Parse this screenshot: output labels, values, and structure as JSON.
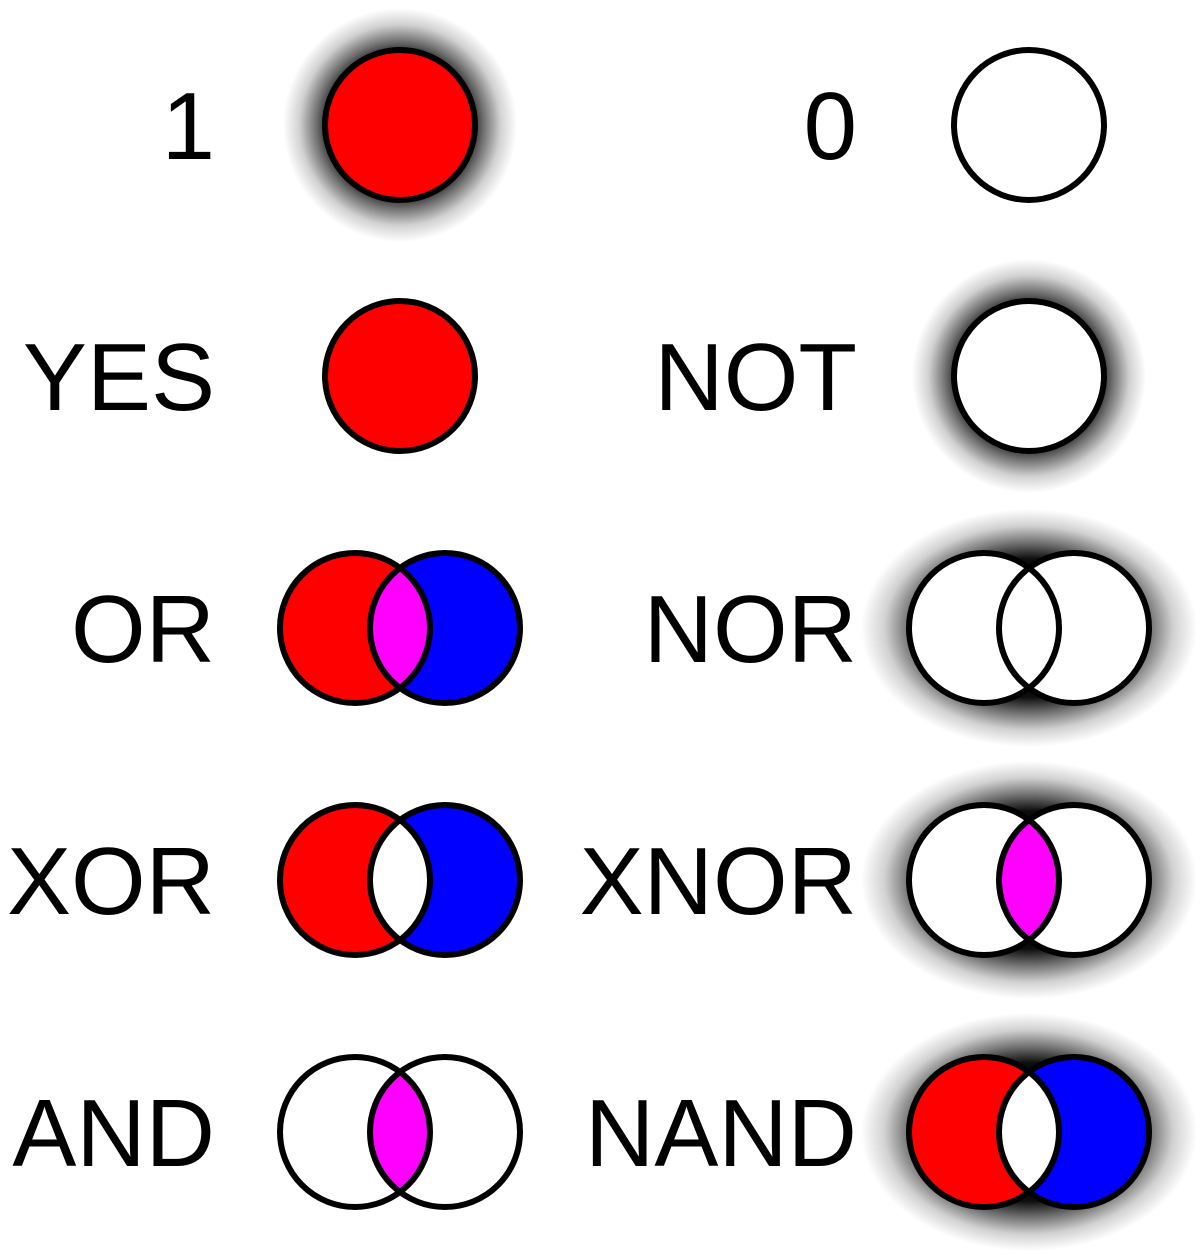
{
  "colors": {
    "red": "#ff0000",
    "blue": "#0000ff",
    "magenta": "#ff00ff",
    "white": "#ffffff",
    "outline": "#000000",
    "text": "#000000",
    "glow": "#000000"
  },
  "rows": [
    {
      "left": {
        "label": "1",
        "venn": "single",
        "fill": "red",
        "glow": true
      },
      "right": {
        "label": "0",
        "venn": "single",
        "fill": "white",
        "glow": false
      }
    },
    {
      "left": {
        "label": "YES",
        "venn": "single",
        "fill": "red",
        "glow": false
      },
      "right": {
        "label": "NOT",
        "venn": "single",
        "fill": "white",
        "glow": true
      }
    },
    {
      "left": {
        "label": "OR",
        "venn": "double",
        "a": "red",
        "b": "blue",
        "both": "magenta",
        "glow": false
      },
      "right": {
        "label": "NOR",
        "venn": "double",
        "a": "white",
        "b": "white",
        "both": "white",
        "glow": true
      }
    },
    {
      "left": {
        "label": "XOR",
        "venn": "double",
        "a": "red",
        "b": "blue",
        "both": "white",
        "glow": false
      },
      "right": {
        "label": "XNOR",
        "venn": "double",
        "a": "white",
        "b": "white",
        "both": "magenta",
        "glow": true
      }
    },
    {
      "left": {
        "label": "AND",
        "venn": "double",
        "a": "white",
        "b": "white",
        "both": "magenta",
        "glow": false
      },
      "right": {
        "label": "NAND",
        "venn": "double",
        "a": "red",
        "b": "blue",
        "both": "white",
        "glow": true
      }
    }
  ]
}
